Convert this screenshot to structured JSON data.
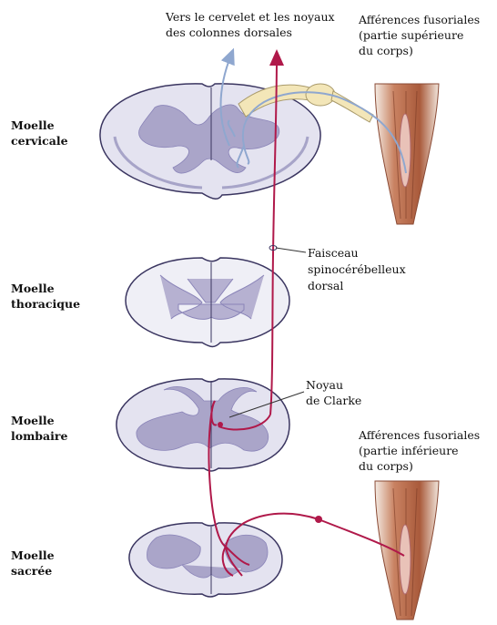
{
  "top_label": [
    "Vers le cervelet et les noyaux",
    "des colonnes dorsales"
  ],
  "upper_afferents": [
    "Afférences fusoriales",
    "(partie supérieure",
    "du corps)"
  ],
  "lower_afferents": [
    "Afférences fusoriales",
    "(partie inférieure",
    "du corps)"
  ],
  "tract_label": [
    "Faisceau",
    "spinocérébelleux",
    "dorsal"
  ],
  "nucleus_label": [
    "Noyau",
    "de Clarke"
  ],
  "sections": {
    "cervical": [
      "Moelle",
      "cervicale"
    ],
    "thoracic": [
      "Moelle",
      "thoracique"
    ],
    "lumbar": [
      "Moelle",
      "lombaire"
    ],
    "sacral": [
      "Moelle",
      "sacrée"
    ]
  },
  "colors": {
    "pathway_red": "#b0194a",
    "pathway_blue": "#8fa7cf",
    "white_matter": "#e4e3f0",
    "gray_matter": "#aaa5c9",
    "ganglion": "#f3e6b8",
    "muscle": "#b8694a"
  }
}
